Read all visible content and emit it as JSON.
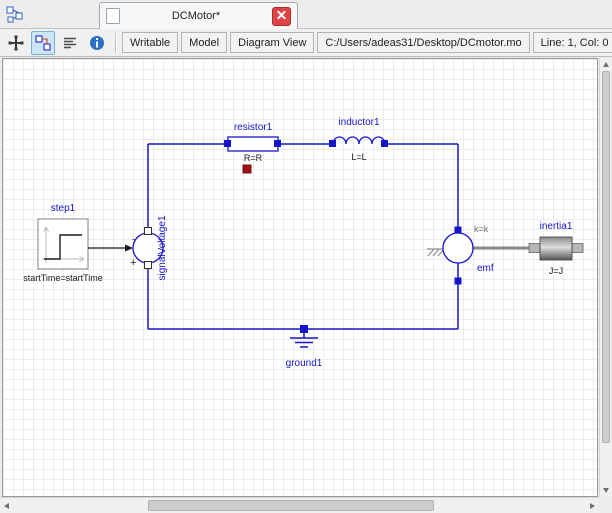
{
  "tab": {
    "title": "DCMotor*"
  },
  "toolbar": {
    "writable_label": "Writable",
    "model_label": "Model",
    "view_label": "Diagram View",
    "file_path": "C:/Users/adeas31/Desktop/DCmotor.mo",
    "cursor_position": "Line: 1, Col: 0",
    "icons": [
      "icon-view",
      "diagram-view",
      "text-view",
      "documentation-view",
      "lock"
    ]
  },
  "diagram": {
    "step": {
      "label": "step1",
      "param": "startTime=startTime"
    },
    "signal_voltage": {
      "label": "signalVoltage1",
      "plus": "+",
      "minus": "-"
    },
    "resistor": {
      "label": "resistor1",
      "param": "R=R"
    },
    "inductor": {
      "label": "inductor1",
      "param": "L=L"
    },
    "emf": {
      "label": "emf",
      "param": "k=k"
    },
    "inertia": {
      "label": "inertia1",
      "param": "J=J"
    },
    "ground": {
      "label": "ground1"
    }
  },
  "colors": {
    "wire": "#1616c8",
    "component_label": "#1616c8",
    "param_text": "#1a1a1a",
    "heatport": "#a01010",
    "active_button_bg": "#cde6f7",
    "close_button": "#e04343"
  }
}
